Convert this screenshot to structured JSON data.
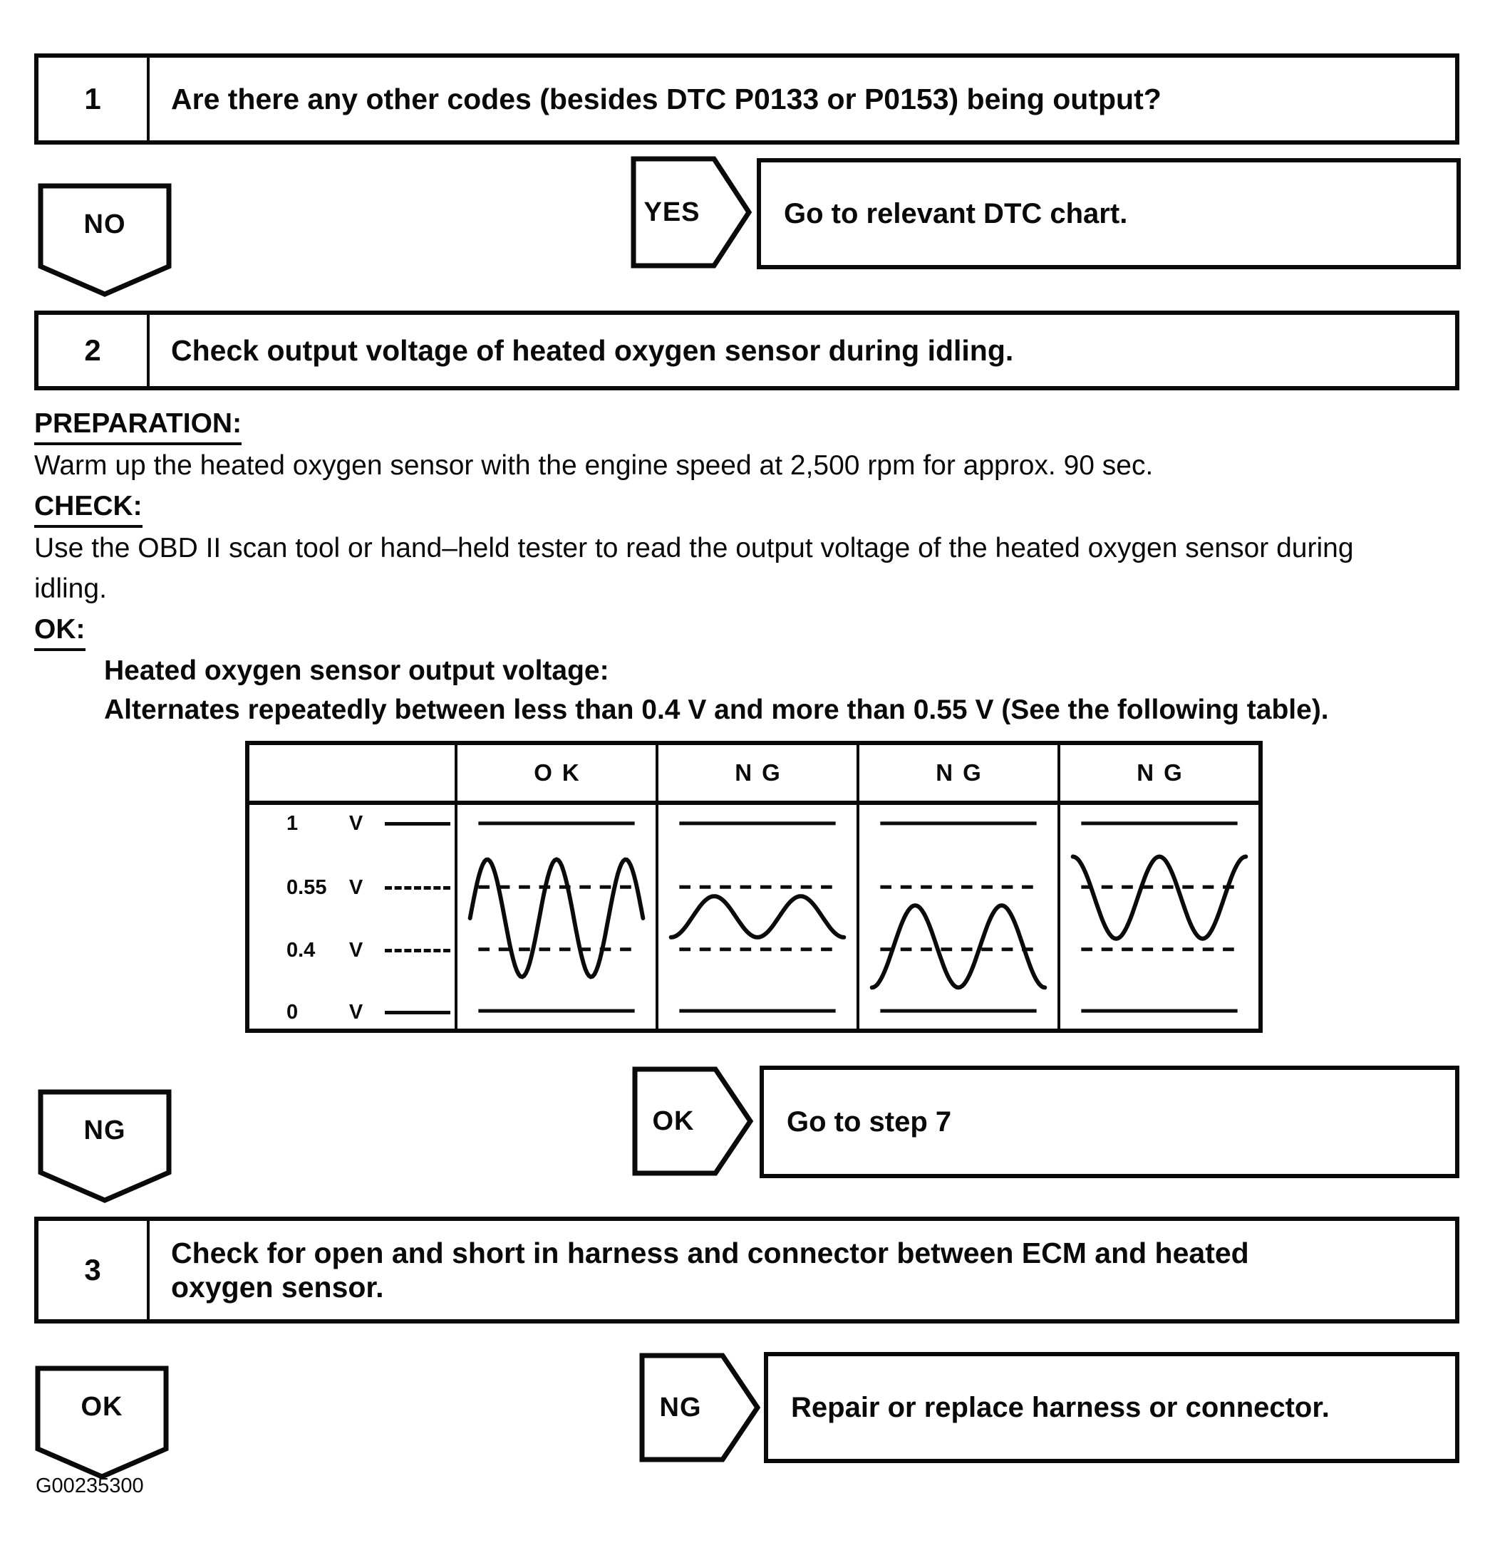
{
  "figure_id": "G00235300",
  "steps": [
    {
      "number": "1",
      "title": "Are there any other codes (besides DTC P0133 or P0153) being output?"
    },
    {
      "number": "2",
      "title": "Check output voltage of heated oxygen sensor during idling."
    },
    {
      "number": "3",
      "title_lines": [
        "Check for open and short in harness and connector between ECM and heated",
        "oxygen sensor."
      ]
    }
  ],
  "connectors": {
    "step1": {
      "no_label": "NO",
      "yes_label": "YES",
      "yes_result": "Go to relevant DTC chart."
    },
    "step2": {
      "ng_label": "NG",
      "ok_label": "OK",
      "ok_result": "Go to step 7"
    },
    "step3": {
      "ok_label": "OK",
      "ng_label": "NG",
      "ng_result": "Repair or replace harness or connector."
    }
  },
  "procedure": {
    "preparation_label": "PREPARATION:",
    "preparation_text": "Warm up the heated oxygen sensor with the engine speed at 2,500 rpm for approx. 90 sec.",
    "check_label": "CHECK:",
    "check_text_lines": [
      "Use the OBD II scan tool or hand–held tester to read the output voltage of the heated oxygen sensor during",
      "idling."
    ],
    "ok_label": "OK:",
    "ok_spec_lines": [
      "Heated oxygen sensor output voltage:",
      "Alternates repeatedly between less than 0.4 V and more than 0.55 V (See the following table)."
    ]
  },
  "chart_data": {
    "type": "line",
    "y_ticks": [
      {
        "label": "1",
        "unit": "V",
        "value_v": 1,
        "line_style": "solid",
        "y": 26
      },
      {
        "label": "0.55",
        "unit": "V",
        "value_v": 0.55,
        "line_style": "dashed",
        "y": 116
      },
      {
        "label": "0.4",
        "unit": "V",
        "value_v": 0.4,
        "line_style": "dashed",
        "y": 204
      },
      {
        "label": "0",
        "unit": "V",
        "value_v": 0,
        "line_style": "solid",
        "y": 291
      }
    ],
    "columns": [
      {
        "header": "OK",
        "wave": {
          "center": 160,
          "amplitude": 83,
          "cycles": 2.5,
          "phase": "up",
          "approx_min_v": 0.2,
          "approx_max_v": 0.75
        }
      },
      {
        "header": "NG",
        "wave": {
          "center": 158,
          "amplitude": 29,
          "cycles": 2,
          "phase": "trough",
          "approx_min_v": 0.41,
          "approx_max_v": 0.52
        }
      },
      {
        "header": "NG",
        "wave": {
          "center": 200,
          "amplitude": 58,
          "cycles": 2,
          "phase": "trough",
          "approx_min_v": 0.1,
          "approx_max_v": 0.5
        }
      },
      {
        "header": "NG",
        "wave": {
          "center": 131,
          "amplitude": 58,
          "cycles": 2,
          "phase": "peak",
          "approx_min_v": 0.45,
          "approx_max_v": 0.85
        }
      }
    ]
  }
}
